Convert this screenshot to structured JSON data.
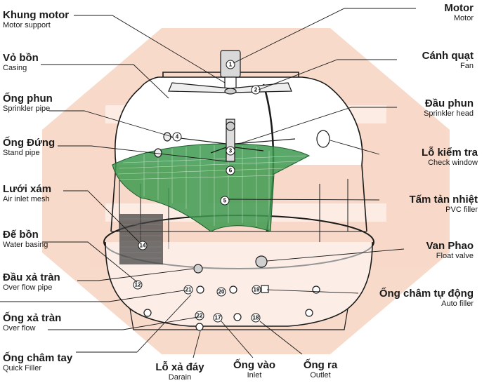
{
  "labels": {
    "motor_support": {
      "vi": "Khung motor",
      "en": "Motor support"
    },
    "casing": {
      "vi": "Vỏ bồn",
      "en": "Casing"
    },
    "sprinkler_pipe": {
      "vi": "Ống phun",
      "en": "Sprinkler pipe"
    },
    "stand_pipe": {
      "vi": "Ống Đứng",
      "en": "Stand pipe"
    },
    "air_inlet_mesh": {
      "vi": "Lưới xám",
      "en": "Air inlet mesh"
    },
    "water_basin": {
      "vi": "Đế bồn",
      "en": "Water basing"
    },
    "overflow_pipe": {
      "vi": "Đầu xả tràn",
      "en": "Over flow pipe"
    },
    "overflow": {
      "vi": "Ống xả tràn",
      "en": "Over flow"
    },
    "quick_filler": {
      "vi": "Ống châm tay",
      "en": "Quick Filler"
    },
    "drain": {
      "vi": "Lỗ xả  đáy",
      "en": "Darain"
    },
    "inlet": {
      "vi": "Ống vào",
      "en": "Inlet"
    },
    "outlet": {
      "vi": "Ống ra",
      "en": "Outlet"
    },
    "motor": {
      "vi": "Motor",
      "en": "Motor"
    },
    "fan": {
      "vi": "Cánh quạt",
      "en": "Fan"
    },
    "sprinkler_head": {
      "vi": "Đầu phun",
      "en": "Sprinkler head"
    },
    "check_window": {
      "vi": "Lỗ kiểm tra",
      "en": "Check window"
    },
    "pvc_filler": {
      "vi": "Tấm tản nhiệt",
      "en": "PVC filler"
    },
    "float_valve": {
      "vi": "Van Phao",
      "en": "Float valve"
    },
    "auto_filler": {
      "vi": "Ống châm tự động",
      "en": "Auto filler"
    }
  },
  "markers": [
    "1",
    "2",
    "3",
    "4",
    "5",
    "6",
    "12",
    "14",
    "17",
    "18",
    "19",
    "20",
    "21",
    "22"
  ],
  "colors": {
    "watermark": "#f4c6ae",
    "filler_green": "#3e9a50",
    "line": "#1a1a1a"
  }
}
